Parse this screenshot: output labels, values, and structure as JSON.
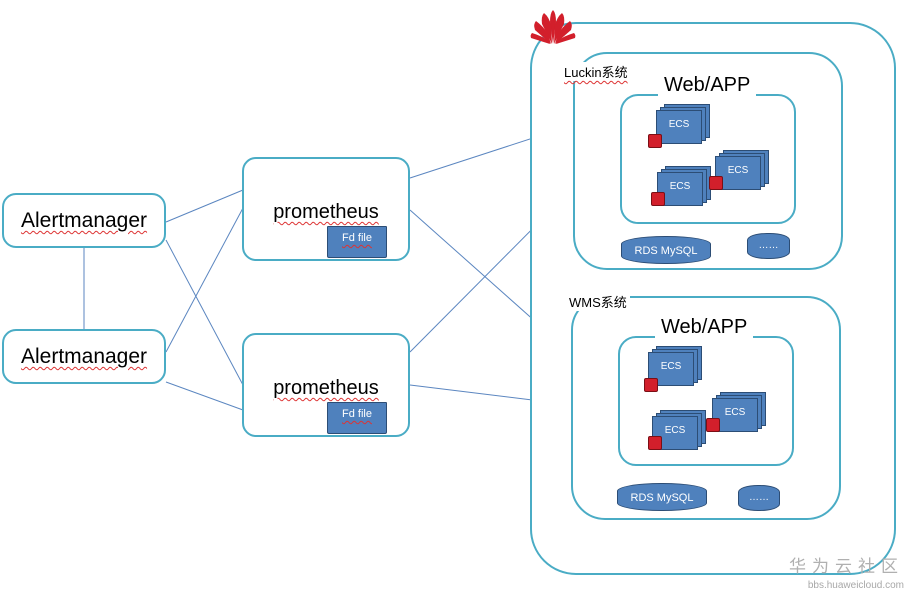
{
  "alertmanagers": [
    {
      "label": "Alertmanager"
    },
    {
      "label": "Alertmanager"
    }
  ],
  "prometheus": [
    {
      "label": "prometheus",
      "file": "Fd file"
    },
    {
      "label": "prometheus",
      "file": "Fd file"
    }
  ],
  "systems": [
    {
      "title": "Luckin系统",
      "app": "Web/APP",
      "ecs": [
        "ECS",
        "ECS",
        "ECS"
      ],
      "db": "RDS MySQL",
      "more": "……"
    },
    {
      "title": "WMS系统",
      "app": "Web/APP",
      "ecs": [
        "ECS",
        "ECS",
        "ECS"
      ],
      "db": "RDS MySQL",
      "more": "……"
    }
  ],
  "watermark": {
    "text": "华为云社区",
    "url": "bbs.huaweicloud.com"
  },
  "colors": {
    "border": "#4aacc5",
    "component": "#4f81bd",
    "logo": "#d21f2b"
  }
}
